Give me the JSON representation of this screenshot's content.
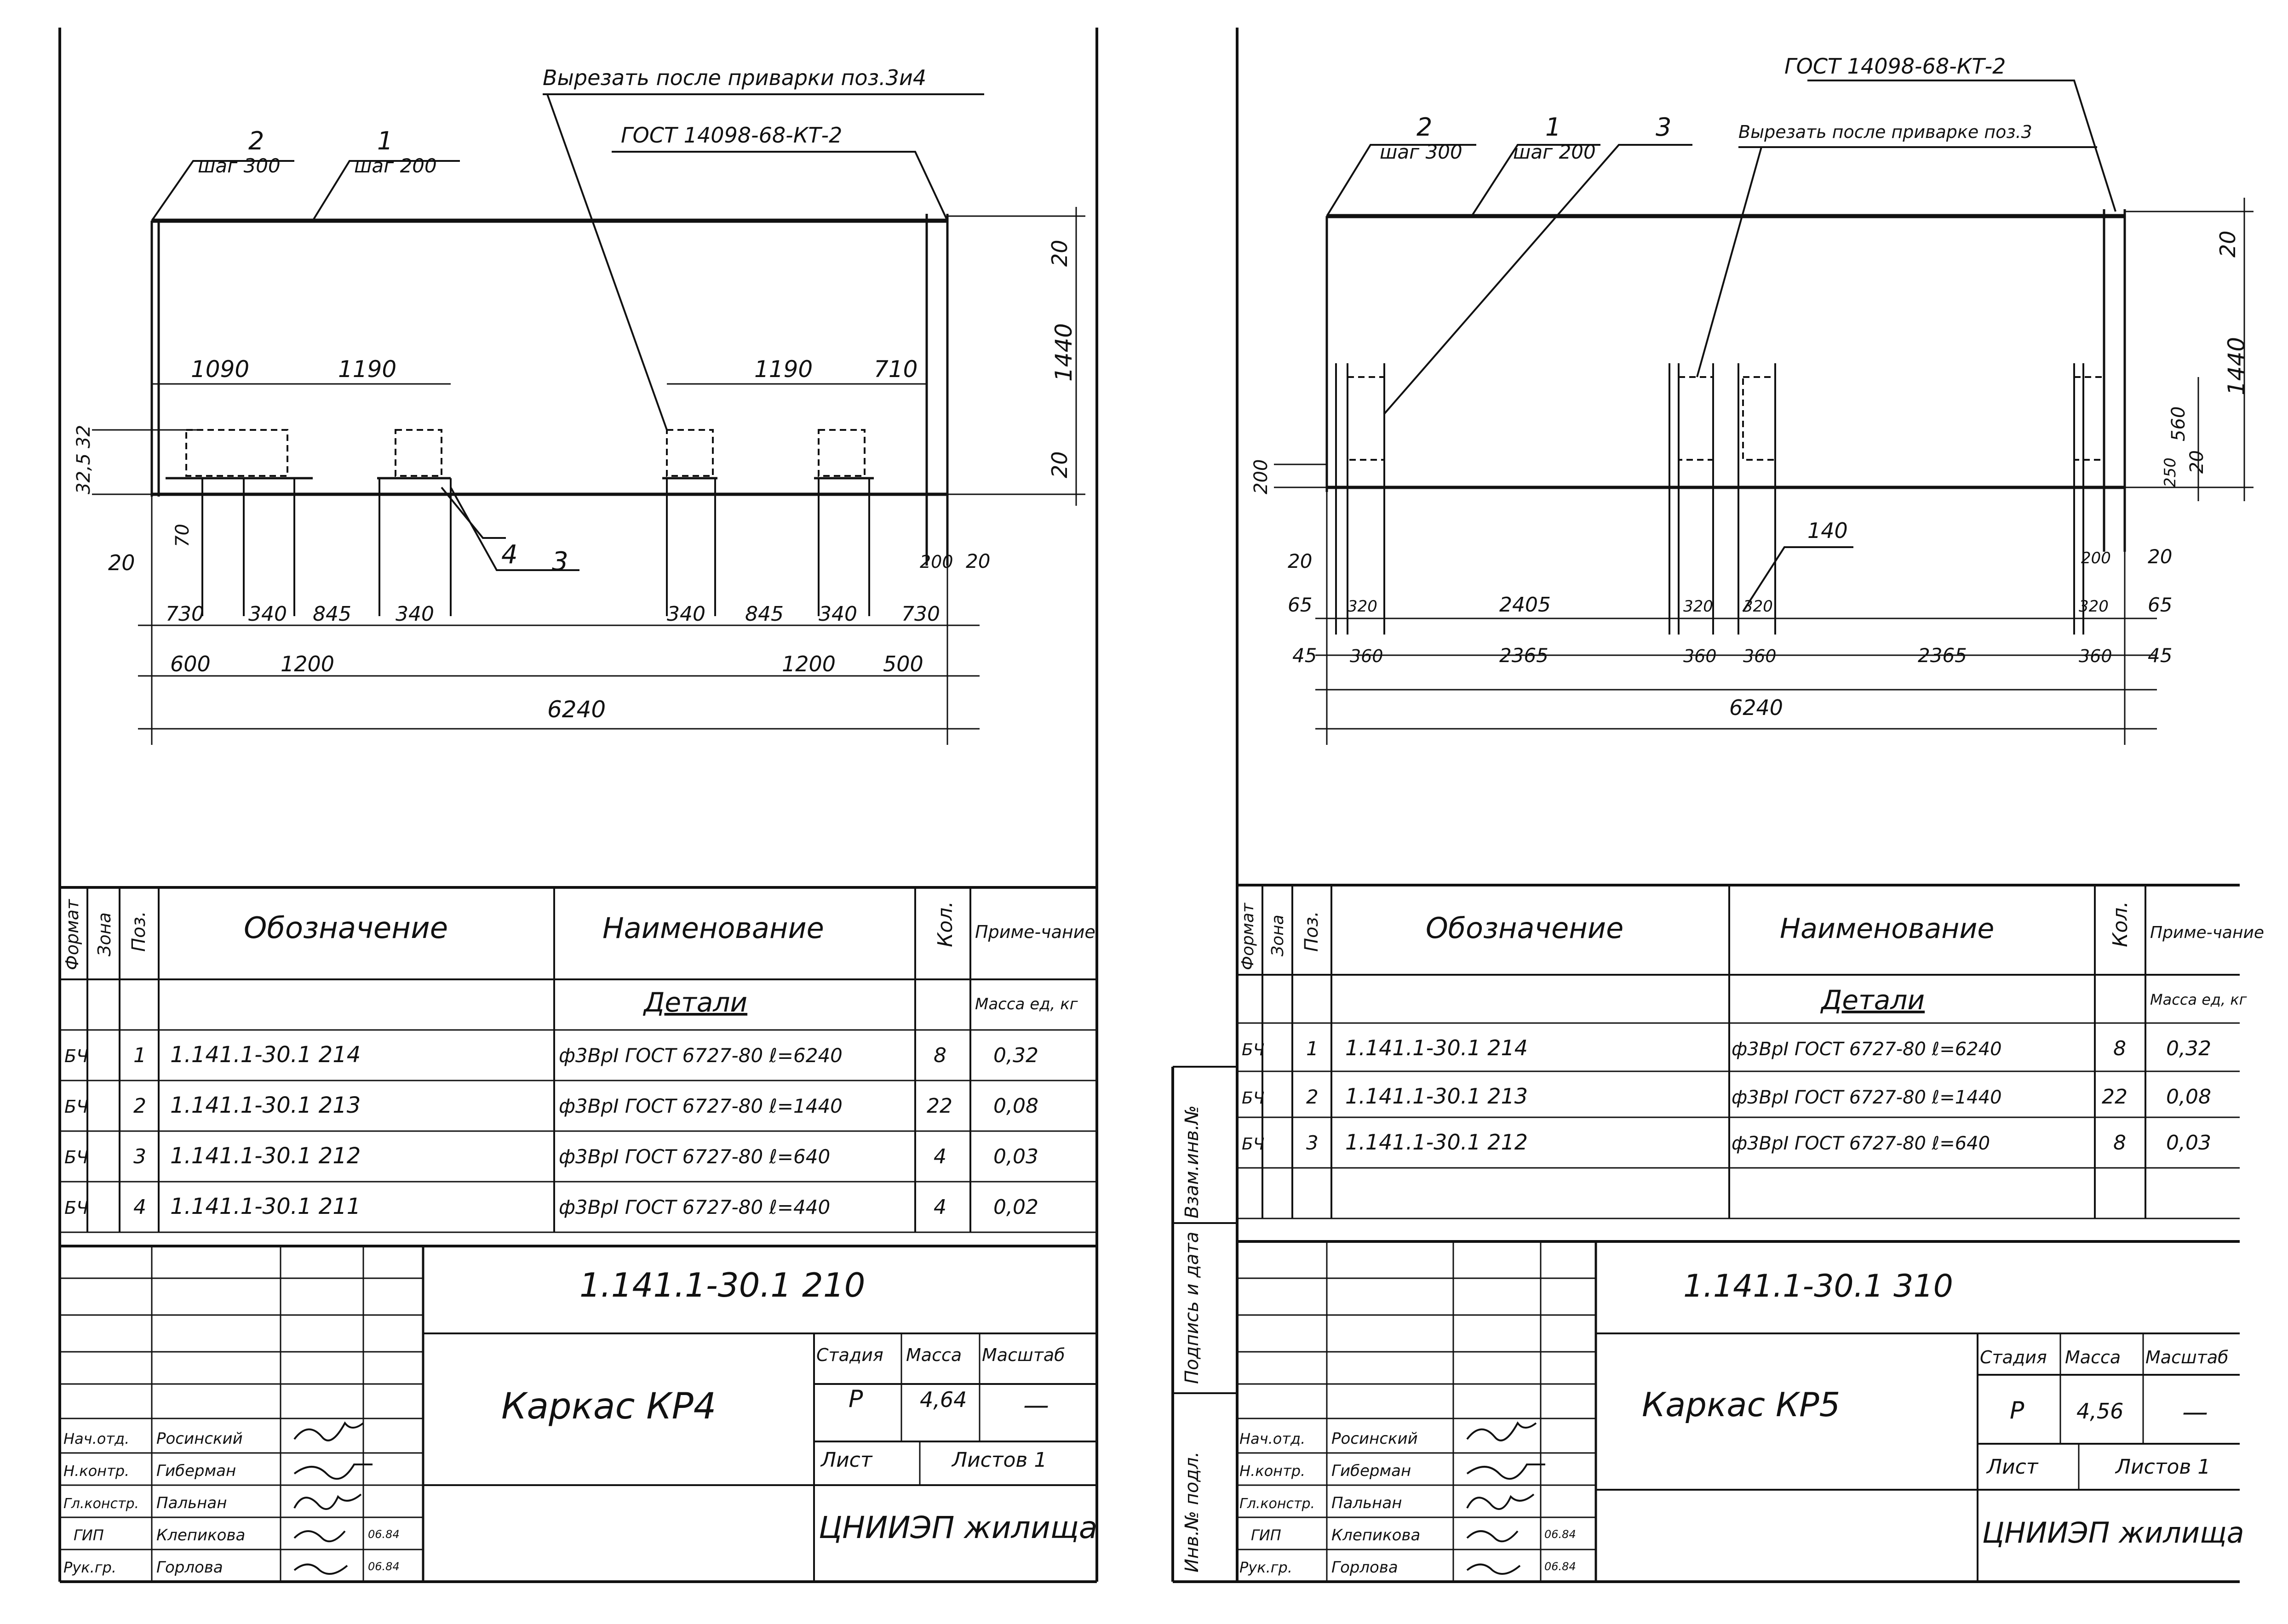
{
  "sheet1": {
    "note_cut": "Вырезать после приварки поз.3и4",
    "note_gost": "ГОСТ 14098-68-КТ-2",
    "callouts": {
      "pos1": "1",
      "pos1_step": "шаг 200",
      "pos2": "2",
      "pos2_step": "шаг 300",
      "pos3": "3",
      "pos4": "4"
    },
    "dims": {
      "top_left_1": "1090",
      "top_left_2": "1190",
      "top_right_1": "1190",
      "top_right_2": "710",
      "v_20_top": "20",
      "v_1440": "1440",
      "v_20_bot": "20",
      "v_left_a": "32",
      "v_left_b": "32,5",
      "v_70": "70",
      "h_20": "20",
      "r1": [
        "730",
        "340",
        "845",
        "340",
        "340",
        "845",
        "340",
        "730"
      ],
      "r1_right_20a": "200",
      "r1_right_20b": "20",
      "r2": [
        "600",
        "1200",
        "1200",
        "500"
      ],
      "total": "6240"
    },
    "spec": {
      "headers": {
        "format": "Формат",
        "zone": "Зона",
        "pos": "Поз.",
        "designation": "Обозначение",
        "name": "Наименование",
        "qty": "Кол.",
        "note": "Приме-чание"
      },
      "section": "Детали",
      "mass_unit": "Масса ед, кг",
      "rows": [
        {
          "format": "БЧ",
          "pos": "1",
          "designation": "1.141.1-30.1 214",
          "name": "ф3ВрI ГОСТ 6727-80 ℓ=6240",
          "qty": "8",
          "mass": "0,32"
        },
        {
          "format": "БЧ",
          "pos": "2",
          "designation": "1.141.1-30.1 213",
          "name": "ф3ВрI ГОСТ 6727-80 ℓ=1440",
          "qty": "22",
          "mass": "0,08"
        },
        {
          "format": "БЧ",
          "pos": "3",
          "designation": "1.141.1-30.1 212",
          "name": "ф3ВрI ГОСТ 6727-80 ℓ=640",
          "qty": "4",
          "mass": "0,03"
        },
        {
          "format": "БЧ",
          "pos": "4",
          "designation": "1.141.1-30.1 211",
          "name": "ф3ВрI ГОСТ 6727-80 ℓ=440",
          "qty": "4",
          "mass": "0,02"
        }
      ]
    },
    "title_block": {
      "code": "1.141.1-30.1 210",
      "title": "Каркас КР4",
      "stage_label": "Стадия",
      "mass_label": "Масса",
      "scale_label": "Масштаб",
      "stage": "Р",
      "mass": "4,64",
      "scale": "—",
      "sheet_label": "Лист",
      "sheets_label": "Листов 1",
      "org": "ЦНИИЭП жилища",
      "people": [
        {
          "role": "Нач.отд.",
          "name": "Росинский",
          "date": ""
        },
        {
          "role": "Н.контр.",
          "name": "Гиберман",
          "date": ""
        },
        {
          "role": "Гл.констр.",
          "name": "Пальнан",
          "date": ""
        },
        {
          "role": "ГИП",
          "name": "Клепикова",
          "date": "06.84"
        },
        {
          "role": "Рук.гр.",
          "name": "Горлова",
          "date": "06.84"
        }
      ]
    }
  },
  "sheet2": {
    "note_cut": "Вырезать после приварке поз.3",
    "note_gost": "ГОСТ 14098-68-КТ-2",
    "callouts": {
      "pos1": "1",
      "pos1_step": "шаг 200",
      "pos2": "2",
      "pos2_step": "шаг 300",
      "pos3": "3",
      "d140": "140"
    },
    "dims": {
      "v_20_top": "20",
      "v_1440": "1440",
      "v_560": "560",
      "v_20_mid": "20",
      "v_250": "250",
      "v_200_left": "200",
      "r1_left": [
        "20"
      ],
      "r1_right": [
        "200",
        "20"
      ],
      "r2": [
        "65",
        "320",
        "2405",
        "320",
        "320",
        "320",
        "65"
      ],
      "r3": [
        "45",
        "360",
        "2365",
        "360",
        "360",
        "2365",
        "360",
        "45"
      ],
      "total": "6240"
    },
    "spec": {
      "headers": {
        "format": "Формат",
        "zone": "Зона",
        "pos": "Поз.",
        "designation": "Обозначение",
        "name": "Наименование",
        "qty": "Кол.",
        "note": "Приме-чание"
      },
      "section": "Детали",
      "mass_unit": "Масса ед, кг",
      "rows": [
        {
          "format": "БЧ",
          "pos": "1",
          "designation": "1.141.1-30.1 214",
          "name": "ф3ВрI ГОСТ 6727-80 ℓ=6240",
          "qty": "8",
          "mass": "0,32"
        },
        {
          "format": "БЧ",
          "pos": "2",
          "designation": "1.141.1-30.1 213",
          "name": "ф3ВрI ГОСТ 6727-80 ℓ=1440",
          "qty": "22",
          "mass": "0,08"
        },
        {
          "format": "БЧ",
          "pos": "3",
          "designation": "1.141.1-30.1 212",
          "name": "ф3ВрI ГОСТ 6727-80 ℓ=640",
          "qty": "8",
          "mass": "0,03"
        }
      ]
    },
    "side_labels": {
      "inv": "Инв.№ подл.",
      "sign": "Подпись и дата",
      "replace": "Взам.инв.№"
    },
    "title_block": {
      "code": "1.141.1-30.1 310",
      "title": "Каркас КР5",
      "stage_label": "Стадия",
      "mass_label": "Масса",
      "scale_label": "Масштаб",
      "stage": "Р",
      "mass": "4,56",
      "scale": "—",
      "sheet_label": "Лист",
      "sheets_label": "Листов 1",
      "org": "ЦНИИЭП жилища",
      "people": [
        {
          "role": "Нач.отд.",
          "name": "Росинский",
          "date": ""
        },
        {
          "role": "Н.контр.",
          "name": "Гиберман",
          "date": ""
        },
        {
          "role": "Гл.констр.",
          "name": "Пальнан",
          "date": ""
        },
        {
          "role": "ГИП",
          "name": "Клепикова",
          "date": "06.84"
        },
        {
          "role": "Рук.гр.",
          "name": "Горлова",
          "date": "06.84"
        }
      ]
    }
  }
}
